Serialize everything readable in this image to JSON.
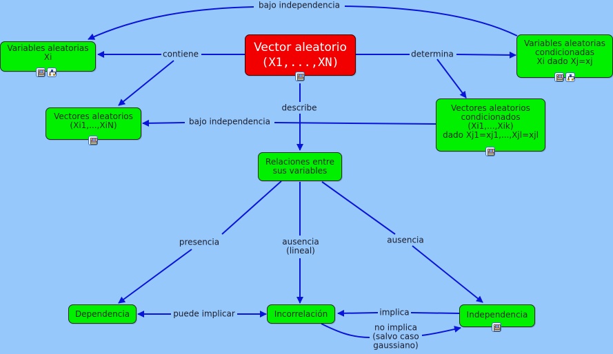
{
  "diagram": {
    "type": "concept-map",
    "colors": {
      "background": "#96c8fb",
      "concept_fill": "#00f000",
      "root_fill": "#f20000",
      "link_color": "#0a14d8"
    },
    "nodes": {
      "vector_aleatorio": {
        "lines": [
          "Vector aleatorio",
          "(X1,...,XN)"
        ],
        "icons": [
          "document-icon"
        ]
      },
      "variables_aleatorias": {
        "lines": [
          "Variables aleatorias",
          "Xi"
        ],
        "icons": [
          "document-icon",
          "concept-map-icon"
        ]
      },
      "variables_condicionadas": {
        "lines": [
          "Variables aleatorias",
          "condicionadas",
          "Xi dado Xj=xj"
        ],
        "icons": [
          "document-icon",
          "concept-map-icon"
        ]
      },
      "vectores_aleatorios": {
        "lines": [
          "Vectores aleatorios",
          "(Xi1,...,XiN)"
        ],
        "icons": [
          "document-icon"
        ]
      },
      "vectores_condicionados": {
        "lines": [
          "Vectores aleatorios",
          "condicionados",
          "(Xi1,...,Xik)",
          "dado Xj1=xj1,...,Xjl=xjl"
        ],
        "icons": [
          "document-icon"
        ]
      },
      "relaciones": {
        "lines": [
          "Relaciones entre",
          "sus variables"
        ],
        "icons": []
      },
      "dependencia": {
        "lines": [
          "Dependencia"
        ],
        "icons": []
      },
      "incorrelacion": {
        "lines": [
          "Incorrelación"
        ],
        "icons": []
      },
      "independencia": {
        "lines": [
          "Independencia"
        ],
        "icons": [
          "document-icon"
        ]
      }
    },
    "links": {
      "bajo_independencia_top": {
        "lines": [
          "bajo independencia"
        ],
        "from": "variables_condicionadas",
        "to": "variables_aleatorias"
      },
      "contiene": {
        "lines": [
          "contiene"
        ],
        "from": "vector_aleatorio",
        "to": [
          "variables_aleatorias",
          "vectores_aleatorios"
        ]
      },
      "determina": {
        "lines": [
          "determina"
        ],
        "from": "vector_aleatorio",
        "to": [
          "variables_condicionadas",
          "vectores_condicionados"
        ]
      },
      "describe": {
        "lines": [
          "describe"
        ],
        "from": "vector_aleatorio",
        "to": "relaciones"
      },
      "bajo_independencia_mid": {
        "lines": [
          "bajo independencia"
        ],
        "from": "vectores_condicionados",
        "to": "vectores_aleatorios"
      },
      "presencia": {
        "lines": [
          "presencia"
        ],
        "from": "relaciones",
        "to": "dependencia"
      },
      "ausencia_lineal": {
        "lines": [
          "ausencia",
          "(lineal)"
        ],
        "from": "relaciones",
        "to": "incorrelacion"
      },
      "ausencia": {
        "lines": [
          "ausencia"
        ],
        "from": "relaciones",
        "to": "independencia"
      },
      "puede_implicar": {
        "lines": [
          "puede implicar"
        ],
        "from": "dependencia",
        "to": "incorrelacion",
        "bidirectional": true
      },
      "implica": {
        "lines": [
          "implica"
        ],
        "from": "independencia",
        "to": "incorrelacion"
      },
      "no_implica": {
        "lines": [
          "no implica",
          "(salvo caso",
          "gaussiano)"
        ],
        "from": "incorrelacion",
        "to": "independencia"
      }
    }
  }
}
